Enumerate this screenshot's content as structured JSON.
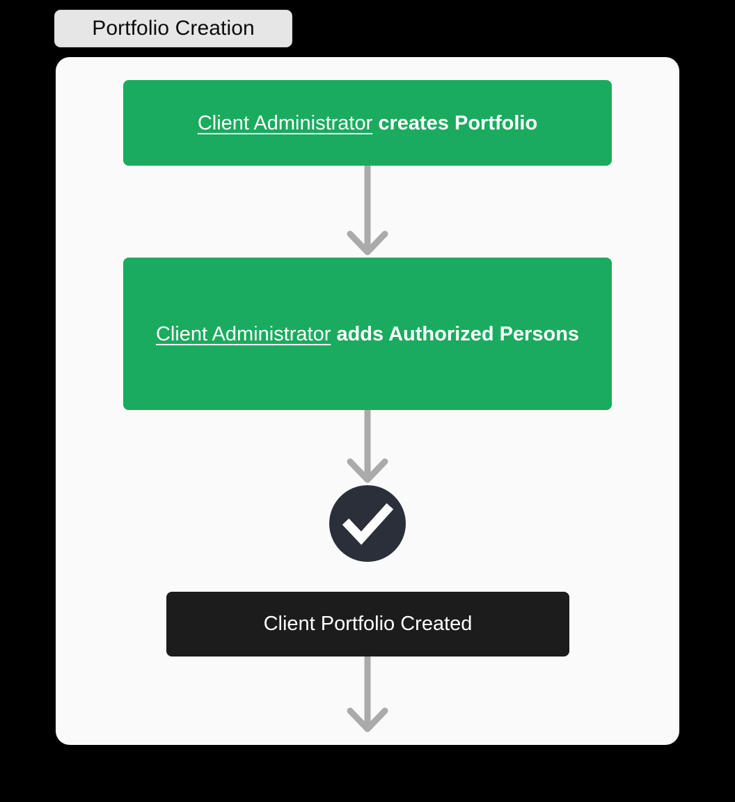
{
  "diagram": {
    "title": "Portfolio Creation",
    "background_color": "#000000",
    "card_color": "#FAFAFA",
    "accent_green": "#1AAB5E",
    "dark_color": "#1C1C1C",
    "check_circle_color": "#2A2F3A",
    "arrow_color": "#AAAAAA",
    "nodes": [
      {
        "id": "create-portfolio",
        "type": "action",
        "actor": "Client Administrator",
        "action": "creates Portfolio",
        "color": "#1AAB5E"
      },
      {
        "id": "add-authorized-persons",
        "type": "action",
        "actor": "Client Administrator",
        "action": "adds Authorized Persons",
        "color": "#1AAB5E"
      },
      {
        "id": "success-check",
        "type": "status-icon",
        "icon": "check-circle-icon",
        "color": "#2A2F3A"
      },
      {
        "id": "portfolio-created",
        "type": "outcome",
        "label": "Client Portfolio Created",
        "color": "#1C1C1C"
      }
    ],
    "arrows": [
      {
        "id": "arrow-create-to-add",
        "from": "create-portfolio",
        "to": "add-authorized-persons",
        "direction": "down"
      },
      {
        "id": "arrow-add-to-check",
        "from": "add-authorized-persons",
        "to": "success-check",
        "direction": "down"
      },
      {
        "id": "arrow-created-to-next",
        "from": "portfolio-created",
        "to": "",
        "direction": "down"
      }
    ]
  }
}
